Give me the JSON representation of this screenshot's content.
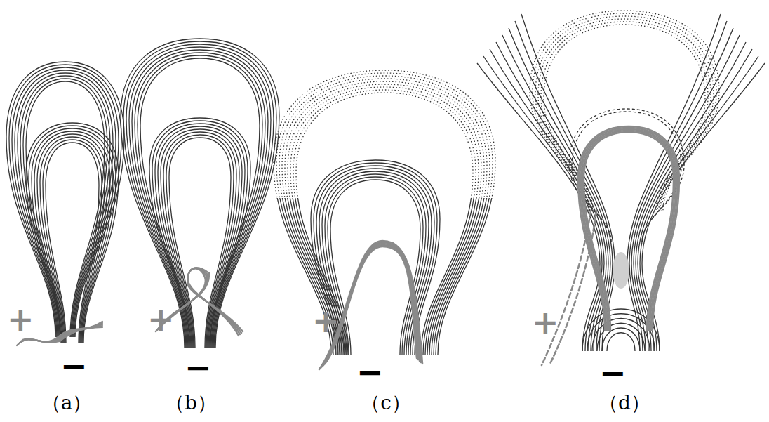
{
  "diagram": {
    "labels": [
      "+",
      "−",
      "+",
      "−",
      "+",
      "−",
      "+",
      "−",
      "（a）",
      "（b）",
      "（c）",
      "（d）"
    ]
  }
}
